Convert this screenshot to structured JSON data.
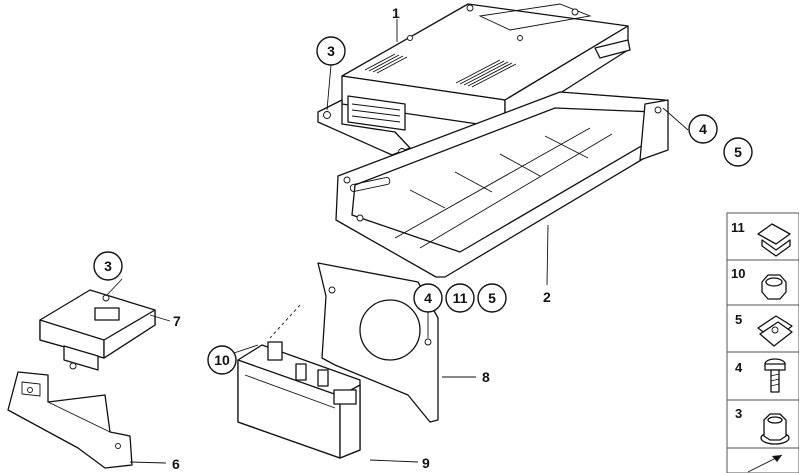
{
  "diagram": {
    "part_labels": {
      "p1": "1",
      "p2": "2",
      "p6": "6",
      "p7": "7",
      "p8": "8",
      "p9": "9"
    },
    "callouts": {
      "c3_top": "3",
      "c4_right": "4",
      "c5_right": "5",
      "c3_left": "3",
      "c4_mid": "4",
      "c11_mid": "11",
      "c5_mid": "5",
      "c10_left": "10"
    },
    "legend": {
      "items": [
        {
          "number": "11",
          "icon": "clip-icon"
        },
        {
          "number": "10",
          "icon": "hex-nut-icon"
        },
        {
          "number": "5",
          "icon": "speed-nut-icon"
        },
        {
          "number": "4",
          "icon": "screw-icon"
        },
        {
          "number": "3",
          "icon": "flange-nut-icon"
        }
      ]
    }
  }
}
